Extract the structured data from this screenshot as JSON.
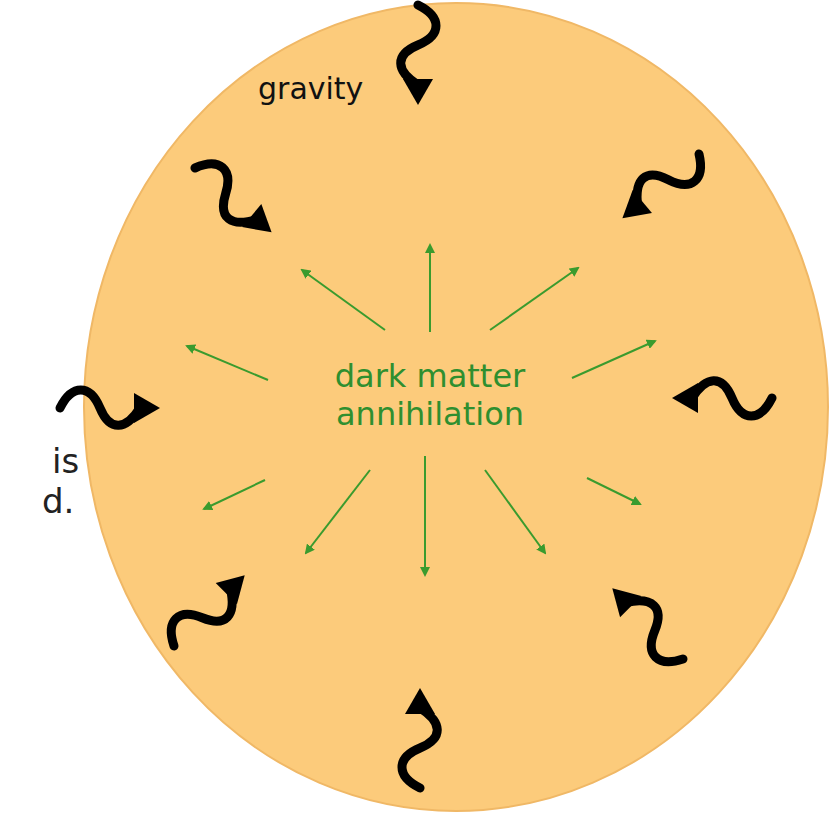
{
  "diagram": {
    "nodes": [
      {
        "text": [
          "dark matter annihilation"
        ]
      }
    ],
    "labels": [
      "gravity",
      "is",
      "d."
    ]
  }
}
